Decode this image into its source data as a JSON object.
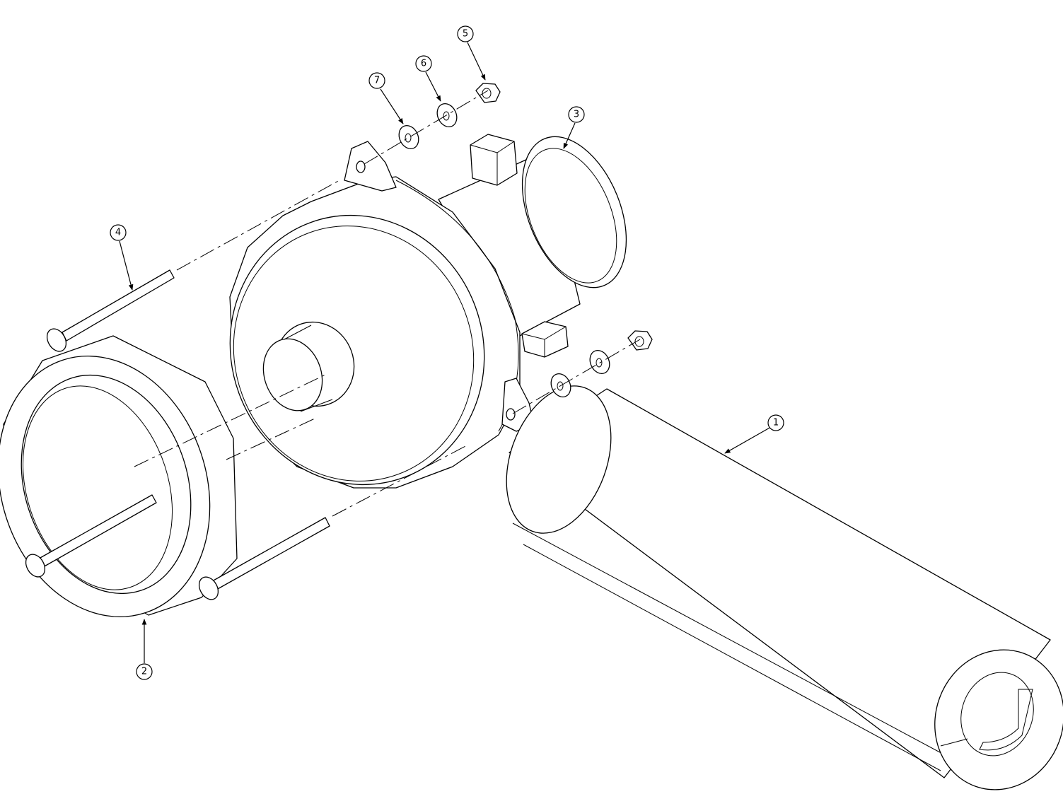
{
  "diagram": {
    "callouts": [
      {
        "id": "1",
        "label": "1"
      },
      {
        "id": "2",
        "label": "2"
      },
      {
        "id": "3",
        "label": "3"
      },
      {
        "id": "4",
        "label": "4"
      },
      {
        "id": "5",
        "label": "5"
      },
      {
        "id": "6",
        "label": "6"
      },
      {
        "id": "7",
        "label": "7"
      }
    ]
  }
}
